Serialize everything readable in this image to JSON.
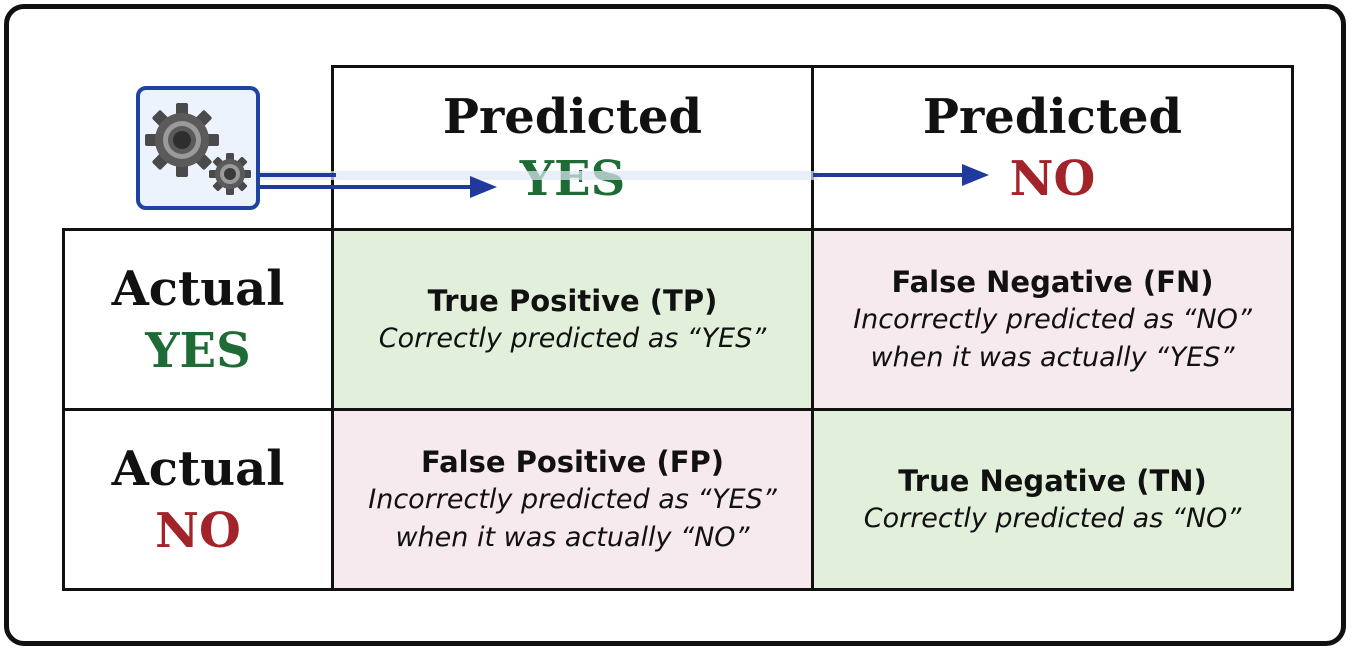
{
  "header": {
    "predicted_yes": {
      "line1": "Predicted",
      "line2": "YES"
    },
    "predicted_no": {
      "line1": "Predicted",
      "line2": "NO"
    }
  },
  "rows": {
    "actual_yes": {
      "line1": "Actual",
      "line2": "YES"
    },
    "actual_no": {
      "line1": "Actual",
      "line2": "NO"
    }
  },
  "cells": {
    "tp": {
      "title": "True Positive (TP)",
      "desc": [
        "Correctly predicted as “YES”"
      ]
    },
    "fn": {
      "title": "False Negative (FN)",
      "desc": [
        "Incorrectly predicted as “NO”",
        "when it was actually “YES”"
      ]
    },
    "fp": {
      "title": "False Positive (FP)",
      "desc": [
        "Incorrectly predicted as “YES”",
        "when it was actually “NO”"
      ]
    },
    "tn": {
      "title": "True Negative (TN)",
      "desc": [
        "Correctly predicted as “NO”"
      ]
    }
  },
  "icon": "gears-icon",
  "colors": {
    "yes": "#1e6b35",
    "no": "#a2232a",
    "correct_bg": "#e2efda",
    "incorrect_bg": "#f6eaee",
    "arrow": "#1f3a9c"
  }
}
